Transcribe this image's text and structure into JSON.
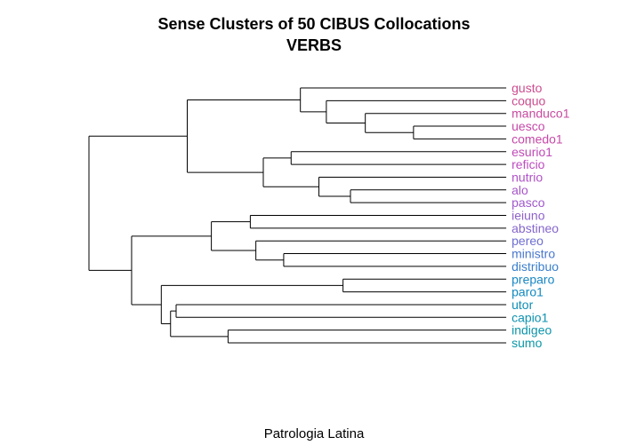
{
  "title": "Sense Clusters of 50 CIBUS Collocations",
  "subtitle": "VERBS",
  "caption": "Patrologia Latina",
  "leaves": [
    {
      "label": "gusto",
      "color": "#cc4c8f"
    },
    {
      "label": "coquo",
      "color": "#cc4c8f"
    },
    {
      "label": "manduco1",
      "color": "#c84aa0"
    },
    {
      "label": "uesco",
      "color": "#c649a8"
    },
    {
      "label": "comedo1",
      "color": "#c649a8"
    },
    {
      "label": "esurio1",
      "color": "#c04ab8"
    },
    {
      "label": "reficio",
      "color": "#bd4cc0"
    },
    {
      "label": "nutrio",
      "color": "#b050c8"
    },
    {
      "label": "alo",
      "color": "#a855c9"
    },
    {
      "label": "pasco",
      "color": "#a058cc"
    },
    {
      "label": "ieiuno",
      "color": "#8e62cc"
    },
    {
      "label": "abstineo",
      "color": "#8566cc"
    },
    {
      "label": "pereo",
      "color": "#6e6ed2"
    },
    {
      "label": "ministro",
      "color": "#4a78cf"
    },
    {
      "label": "distribuo",
      "color": "#3a7fcc"
    },
    {
      "label": "preparo",
      "color": "#1987c4"
    },
    {
      "label": "paro1",
      "color": "#1189c0"
    },
    {
      "label": "utor",
      "color": "#0f8fb6"
    },
    {
      "label": "capio1",
      "color": "#0e92b0"
    },
    {
      "label": "indigeo",
      "color": "#0c95aa"
    },
    {
      "label": "sumo",
      "color": "#0a97a6"
    }
  ],
  "tree": {
    "c": [
      {
        "c": [
          {
            "c": [
              {
                "leaf": 0
              },
              {
                "c": [
                  {
                    "leaf": 1
                  },
                  {
                    "c": [
                      {
                        "leaf": 2
                      },
                      {
                        "c": [
                          {
                            "leaf": 3
                          },
                          {
                            "leaf": 4
                          }
                        ],
                        "h": 0.0
                      }
                    ],
                    "h": 0.26
                  }
                ],
                "h": 0.47
              }
            ],
            "h": 0.61
          },
          {
            "c": [
              {
                "c": [
                  {
                    "leaf": 5
                  },
                  {
                    "leaf": 6
                  }
                ],
                "h": 0.66
              },
              {
                "c": [
                  {
                    "leaf": 7
                  },
                  {
                    "c": [
                      {
                        "leaf": 8
                      },
                      {
                        "leaf": 9
                      }
                    ],
                    "h": 0.34
                  }
                ],
                "h": 0.51
              }
            ],
            "h": 0.81
          }
        ],
        "h": 1.22
      },
      {
        "c": [
          {
            "c": [
              {
                "c": [
                  {
                    "leaf": 10
                  },
                  {
                    "leaf": 11
                  }
                ],
                "h": 0.88
              },
              {
                "c": [
                  {
                    "leaf": 12
                  },
                  {
                    "c": [
                      {
                        "leaf": 13
                      },
                      {
                        "leaf": 14
                      }
                    ],
                    "h": 0.7
                  }
                ],
                "h": 0.85
              }
            ],
            "h": 1.09
          },
          {
            "c": [
              {
                "c": [
                  {
                    "leaf": 15
                  },
                  {
                    "leaf": 16
                  }
                ],
                "h": 0.38
              },
              {
                "c": [
                  {
                    "c": [
                      {
                        "leaf": 17
                      },
                      {
                        "leaf": 18
                      }
                    ],
                    "h": 1.28
                  },
                  {
                    "c": [
                      {
                        "leaf": 19
                      },
                      {
                        "leaf": 20
                      }
                    ],
                    "h": 1.0
                  }
                ],
                "h": 1.31
              }
            ],
            "h": 1.36
          }
        ],
        "h": 1.52
      }
    ],
    "h": 1.75
  }
}
